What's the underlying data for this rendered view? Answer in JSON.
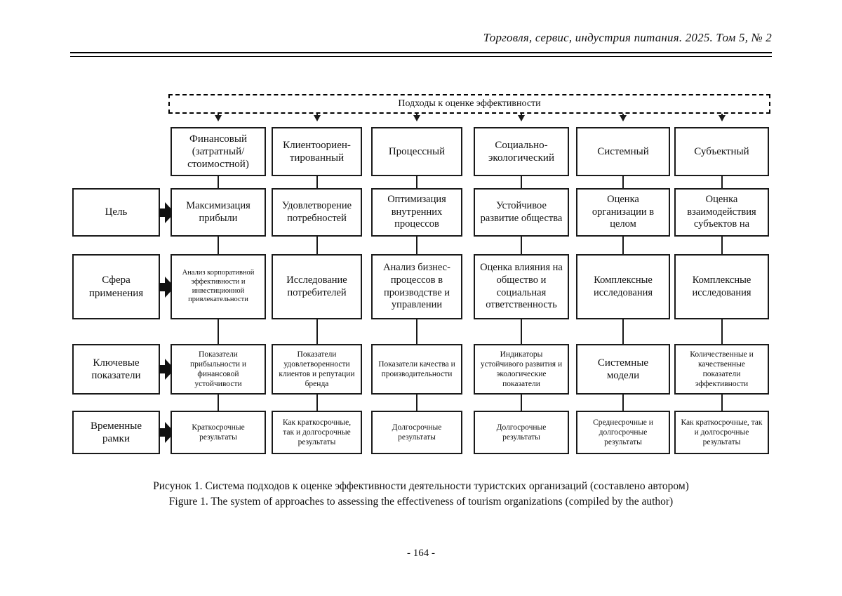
{
  "page": {
    "running_head": "Торговля, сервис, индустрия питания. 2025. Том 5, № 2",
    "folio": "- 164 -"
  },
  "diagram": {
    "banner": "Подходы к оценке эффективности",
    "row_labels": [
      "Цель",
      "Сфера применения",
      "Ключевые показатели",
      "Временные рамки"
    ],
    "approaches": [
      "Финансовый (затратный/ стоимостной)",
      "Клиентоориен- тированный",
      "Процессный",
      "Социально- экологический",
      "Системный",
      "Субъектный"
    ],
    "rows": [
      {
        "label": "Цель",
        "cells": [
          "Максимизация прибыли",
          "Удовлетворение потребностей",
          "Оптимизация внутренних процессов",
          "Устойчивое развитие общества",
          "Оценка организации в целом",
          "Оценка взаимодействия субъектов на"
        ]
      },
      {
        "label": "Сфера применения",
        "cells": [
          "Анализ корпоративной эффективности и инвестиционной привлекательности",
          "Исследование потребителей",
          "Анализ бизнес- процессов в производстве и управлении",
          "Оценка влияния на общество и социальная ответственность",
          "Комплексные исследования",
          "Комплексные исследования"
        ]
      },
      {
        "label": "Ключевые показатели",
        "cells": [
          "Показатели прибыльности и финансовой устойчивости",
          "Показатели удовлетворенности клиентов и репутации бренда",
          "Показатели качества и производительности",
          "Индикаторы устойчивого развития и экологические показатели",
          "Системные модели",
          "Количественные и качественные показатели эффективности"
        ]
      },
      {
        "label": "Временные рамки",
        "cells": [
          "Краткосрочные результаты",
          "Как краткосрочные, так и долгосрочные результаты",
          "Долгосрочные результаты",
          "Долгосрочные результаты",
          "Среднесрочные и долгосрочные результаты",
          "Как краткосрочные, так и долгосрочные результаты"
        ]
      }
    ]
  },
  "caption": {
    "ru": "Рисунок 1. Система подходов к оценке эффективности деятельности туристских организаций (составлено автором)",
    "en": "Figure 1. The system of approaches to assessing the effectiveness of tourism organizations (compiled by the author)"
  }
}
